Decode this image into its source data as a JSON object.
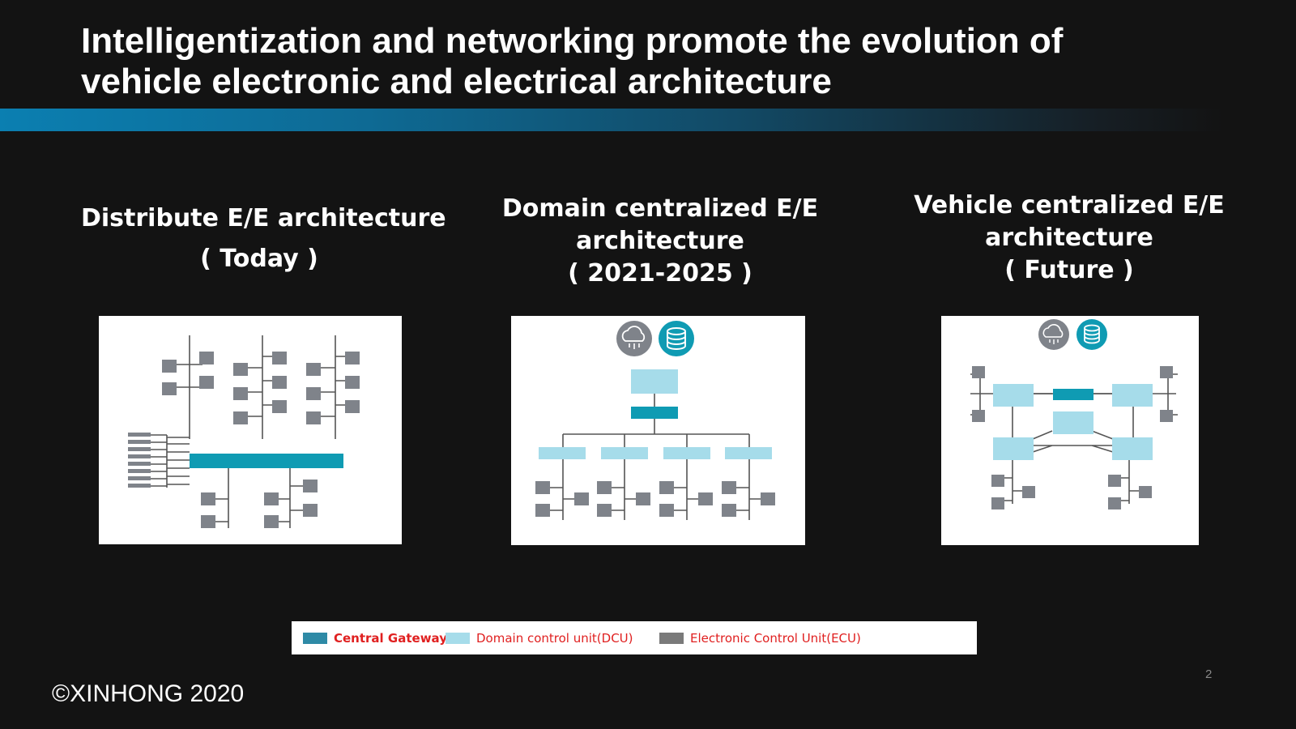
{
  "slide": {
    "title_line1": "Intelligentization and networking promote the evolution of",
    "title_line2": "vehicle electronic and electrical architecture",
    "page_number": "2",
    "footer": "©XINHONG 2020"
  },
  "columns": [
    {
      "line1": "Distribute E/E architecture",
      "line2": "( Today )",
      "line3": ""
    },
    {
      "line1": "Domain centralized  E/E",
      "line2": "architecture",
      "line3": "( 2021-2025 )"
    },
    {
      "line1": "Vehicle centralized E/E",
      "line2": "architecture",
      "line3": "( Future )"
    }
  ],
  "legend": [
    {
      "label": "Central Gateway",
      "color": "#2e8aa6"
    },
    {
      "label": "Domain control unit(DCU)",
      "color": "#a6dcea"
    },
    {
      "label": "Electronic Control Unit(ECU)",
      "color": "#7a7a7a"
    }
  ],
  "colors": {
    "background": "#131313",
    "gateway": "#0f9bb3",
    "dcu": "#a6dcea",
    "ecu": "#7f838a",
    "cloud_icon": "#7f838a",
    "database_icon": "#0f9bb3",
    "line": "#555555"
  },
  "icons": [
    "cloud-icon",
    "database-icon"
  ]
}
